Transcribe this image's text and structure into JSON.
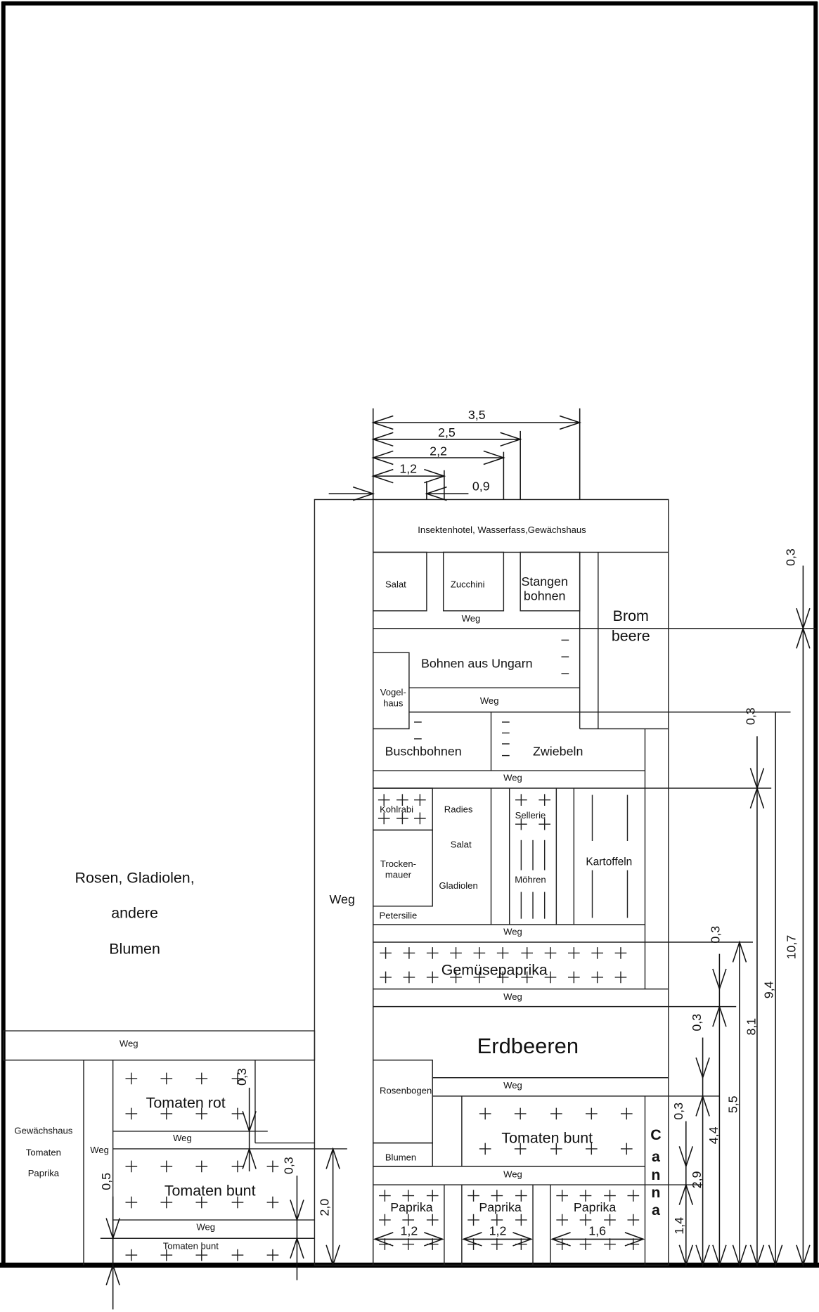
{
  "left_area": {
    "line1": "Rosen, Gladiolen,",
    "line2": "andere",
    "line3": "Blumen"
  },
  "main_path": "Weg",
  "path": "Weg",
  "beds": {
    "insekten": "Insektenhotel, Wasserfass,Gewächshaus",
    "salat": "Salat",
    "zucchini": "Zucchini",
    "stangen1": "Stangen",
    "stangen2": "bohnen",
    "brom1": "Brom",
    "brom2": "beere",
    "bohnen_ungarn": "Bohnen aus Ungarn",
    "vogel1": "Vogel-",
    "vogel2": "haus",
    "buschbohnen": "Buschbohnen",
    "zwiebeln": "Zwiebeln",
    "kohlrabi": "Kohlrabi",
    "radies": "Radies",
    "salat2": "Salat",
    "gladiolen": "Gladiolen",
    "trocken1": "Trocken-",
    "trocken2": "mauer",
    "petersilie": "Petersilie",
    "sellerie": "Sellerie",
    "moehren": "Möhren",
    "kartoffeln": "Kartoffeln",
    "gemuesepaprika": "Gemüsepaprika",
    "erdbeeren": "Erdbeeren",
    "rosenbogen": "Rosenbogen",
    "blumen": "Blumen",
    "tomaten_bunt": "Tomaten bunt",
    "canna": [
      "C",
      "a",
      "n",
      "n",
      "a"
    ],
    "paprika": "Paprika",
    "gh1": "Gewächshaus",
    "gh2": "Tomaten",
    "gh3": "Paprika",
    "tomaten_rot": "Tomaten rot",
    "tomaten_bunt_small": "Tomaten bunt"
  },
  "dimensions": {
    "top": [
      "3,5",
      "2,5",
      "2,2",
      "1,2",
      "0,9"
    ],
    "paprika": [
      "1,2",
      "1,2",
      "1,6"
    ],
    "right": [
      "1,4",
      "2,9",
      "4,4",
      "5,5",
      "8,1",
      "9,4",
      "10,7"
    ],
    "right_small": [
      "0,3",
      "0,3",
      "0,3",
      "0,3",
      "0,3"
    ],
    "left": [
      "0,5",
      "0,3",
      "0,3",
      "2,0"
    ]
  }
}
